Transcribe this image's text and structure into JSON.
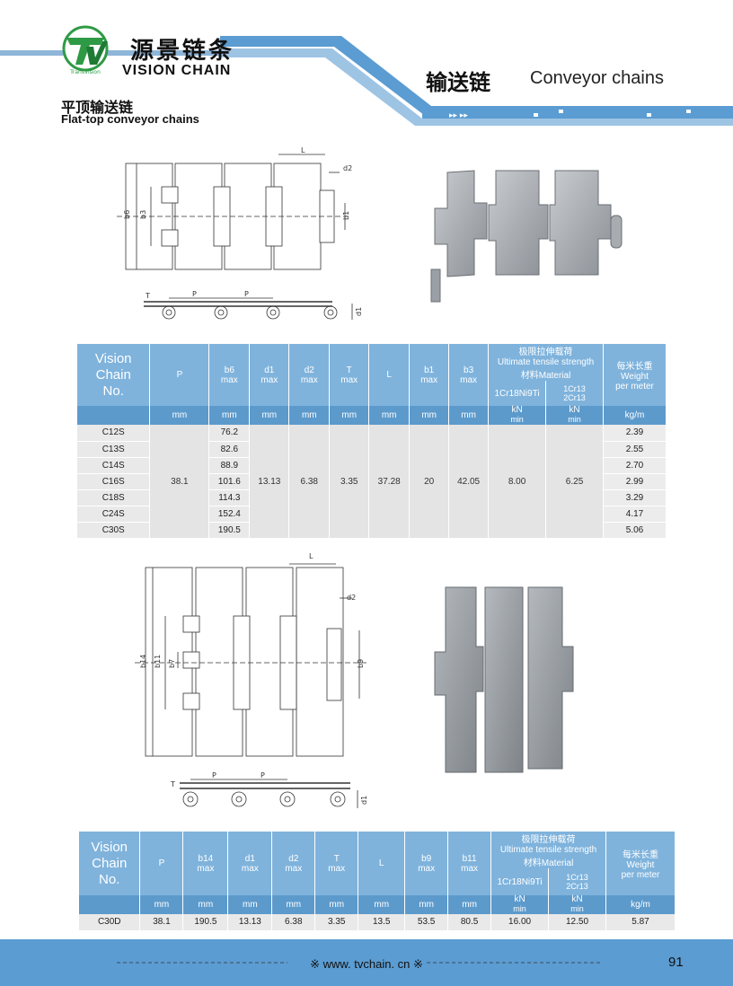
{
  "header": {
    "logo_text": "TV",
    "logo_sub": "TransVision",
    "brand_cn": "源景链条",
    "brand_en": "VISION CHAIN",
    "category_cn": "输送链",
    "category_en": "Conveyor chains",
    "section_cn": "平顶输送链",
    "section_en": "Flat-top conveyor chains"
  },
  "diagram1": {
    "L": "L",
    "d2": "d2",
    "b6": "b6",
    "b3": "b3",
    "b1": "b1",
    "T": "T",
    "P1": "P",
    "P2": "P",
    "d1": "d1"
  },
  "diagram2": {
    "L": "L",
    "d2": "d2",
    "b14": "b14",
    "b11": "b11",
    "b7": "b7",
    "b9": "b9",
    "T": "T",
    "P1": "P",
    "P2": "P",
    "d1": "d1"
  },
  "table1": {
    "h_vision": "Vision",
    "h_chain": "Chain",
    "h_no": "No.",
    "h_p": "P",
    "h_b6": "b6",
    "h_d1": "d1",
    "h_d2": "d2",
    "h_t": "T",
    "h_l": "L",
    "h_b1": "b1",
    "h_b3": "b3",
    "max": "max",
    "uts_cn": "极限拉伸载荷",
    "uts_en": "Ultimate tensile strength",
    "mat_cn": "材料Material",
    "mat_a": "1Cr18Ni9Ti",
    "mat_b1": "1Cr13",
    "mat_b2": "2Cr13",
    "wt_cn": "每米长重",
    "wt_en1": "Weight",
    "wt_en2": "per meter",
    "unit_mm": "mm",
    "unit_kn": "kN",
    "unit_min": "min",
    "unit_kgm": "kg/m",
    "codes": [
      "C12S",
      "C13S",
      "C14S",
      "C16S",
      "C18S",
      "C24S",
      "C30S"
    ],
    "b6_values": [
      "76.2",
      "82.6",
      "88.9",
      "101.6",
      "114.3",
      "152.4",
      "190.5"
    ],
    "weights": [
      "2.39",
      "2.55",
      "2.70",
      "2.99",
      "3.29",
      "4.17",
      "5.06"
    ],
    "p": "38.1",
    "d1": "13.13",
    "d2": "6.38",
    "t": "3.35",
    "l": "37.28",
    "b1": "20",
    "b3": "42.05",
    "uts_a": "8.00",
    "uts_b": "6.25"
  },
  "table2": {
    "h_vision": "Vision",
    "h_chain": "Chain",
    "h_no": "No.",
    "h_p": "P",
    "h_b14": "b14",
    "h_d1": "d1",
    "h_d2": "d2",
    "h_t": "T",
    "h_l": "L",
    "h_b9": "b9",
    "h_b11": "b11",
    "max": "max",
    "uts_cn": "极限拉伸载荷",
    "uts_en": "Ultimate tensile strength",
    "mat_cn": "材料Material",
    "mat_a": "1Cr18Ni9Ti",
    "mat_b1": "1Cr13",
    "mat_b2": "2Cr13",
    "wt_cn": "每米长重",
    "wt_en1": "Weight",
    "wt_en2": "per meter",
    "unit_mm": "mm",
    "unit_kn": "kN",
    "unit_min": "min",
    "unit_kgm": "kg/m",
    "row": {
      "code": "C30D",
      "p": "38.1",
      "b14": "190.5",
      "d1": "13.13",
      "d2": "6.38",
      "t": "3.35",
      "l": "13.5",
      "b9": "53.5",
      "b11": "80.5",
      "uts_a": "16.00",
      "uts_b": "12.50",
      "weight": "5.87"
    }
  },
  "footer": {
    "url": "※ www. tvchain. cn ※",
    "page": "91"
  }
}
